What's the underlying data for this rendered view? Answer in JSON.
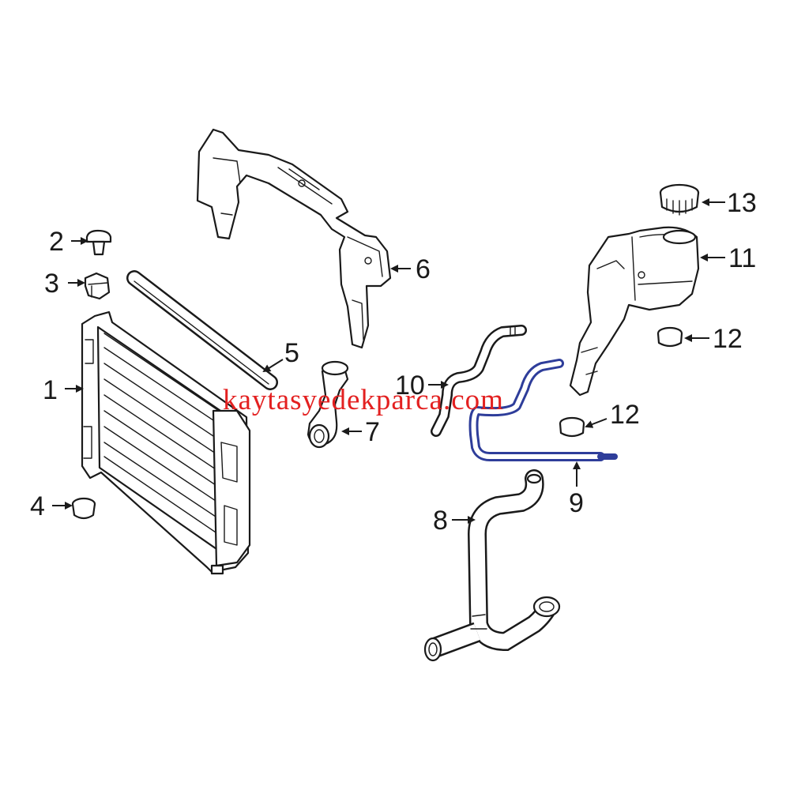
{
  "watermark": "kaytasyedekparca.com",
  "callouts": [
    {
      "label": "1"
    },
    {
      "label": "2"
    },
    {
      "label": "3"
    },
    {
      "label": "4"
    },
    {
      "label": "5"
    },
    {
      "label": "6"
    },
    {
      "label": "7"
    },
    {
      "label": "8"
    },
    {
      "label": "9"
    },
    {
      "label": "10"
    },
    {
      "label": "11"
    },
    {
      "label": "12"
    },
    {
      "label": "12"
    },
    {
      "label": "13"
    }
  ],
  "colors": {
    "line": "#1a1a1a",
    "highlight": "#2e3d9a",
    "watermark": "#e32020",
    "background": "#ffffff"
  }
}
